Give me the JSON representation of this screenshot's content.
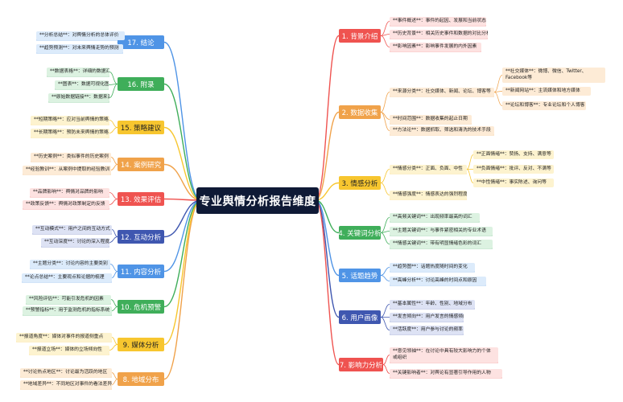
{
  "title": "专业舆情分析报告维度",
  "branches": [
    {
      "label": "1. 背景介绍",
      "color": "#ef5350",
      "fill": "#fde2e1",
      "leaves": [
        "**事件概述**：事件的起因、发展和当前状态",
        "**历史背景**：相关历史事件和数据的对比分析",
        "**影响因素**：影响事件发展的内外因素"
      ]
    },
    {
      "label": "2. 数据收集",
      "color": "#f0a24a",
      "fill": "#fdebd6",
      "leaves": [
        "**来源分类**：社交媒体、新闻、论坛、博客等",
        "**时间范围**：数据收集的起止日期",
        "**方法论**：数据抓取、筛选和清洗的技术手段"
      ],
      "sub": [
        "**社交媒体**：微博、微信、Twitter、Facebook等",
        "**新闻网站**：主流媒体和地方媒体",
        "**论坛和博客**：专业论坛和个人博客"
      ]
    },
    {
      "label": "3. 情感分析",
      "color": "#f7c62f",
      "fill": "#fdf3cf",
      "leaves": [
        "**情感分类**：正面、负面、中性",
        "**情感强度**：情感表达的强烈程度"
      ],
      "sub": [
        "**正面情绪**：赞扬、支持、满意等",
        "**负面情绪**：批评、反对、不满等",
        "**中性情绪**：事实陈述、询问等"
      ]
    },
    {
      "label": "4. 关键词分析",
      "color": "#3fae5a",
      "fill": "#dcf2e1",
      "leaves": [
        "**高频关键词**：出现频率最高的词汇",
        "**主题关键词**：与事件紧密相关的专业术语",
        "**情感关键词**：带有明显情绪色彩的词汇"
      ]
    },
    {
      "label": "5. 话题趋势",
      "color": "#4f94e6",
      "fill": "#dcebfb",
      "leaves": [
        "**趋势图**：话题热度随时间的变化",
        "**高峰分析**：讨论高峰的时间点和原因"
      ]
    },
    {
      "label": "6. 用户画像",
      "color": "#3f57b0",
      "fill": "#dde2f4",
      "leaves": [
        "**基本属性**：年龄、性别、地域分布",
        "**发言倾向**：用户发言的情感倾向",
        "**活跃度**：用户参与讨论的频率"
      ]
    },
    {
      "label": "7. 影响力分析",
      "color": "#ef5350",
      "fill": "#fde2e1",
      "leaves": [
        "**意见领袖**：在讨论中具有较大影响力的个体或组织",
        "**关键影响者**：对舆论有显著引导作用的人物"
      ]
    },
    {
      "label": "8. 地域分布",
      "color": "#f0a24a",
      "fill": "#fdebd6",
      "leaves": [
        "**讨论热点地区**：讨论最为活跃的地区",
        "**地域差异**：不同地区对事件的看法差异"
      ]
    },
    {
      "label": "9. 媒体分析",
      "color": "#f7c62f",
      "fill": "#fdf3cf",
      "leaves": [
        "**报道角度**：媒体对事件的报道侧重点",
        "**报道立场**：媒体的立场倾向性"
      ]
    },
    {
      "label": "10. 危机预警",
      "color": "#3fae5a",
      "fill": "#dcf2e1",
      "leaves": [
        "**风险评估**：可能引发危机的因素",
        "**预警指标**：用于监测危机的指标系统"
      ]
    },
    {
      "label": "11. 内容分析",
      "color": "#4f94e6",
      "fill": "#dcebfb",
      "leaves": [
        "**主题分类**：讨论内容的主要类别",
        "**论点总结**：主要观点和论据的梳理"
      ]
    },
    {
      "label": "12. 互动分析",
      "color": "#3f57b0",
      "fill": "#dde2f4",
      "leaves": [
        "**互动模式**：用户之间的互动方式",
        "**互动深度**：讨论的深入程度"
      ]
    },
    {
      "label": "13. 效果评估",
      "color": "#ef5350",
      "fill": "#fde2e1",
      "leaves": [
        "**品牌影响**：舆情对品牌的影响",
        "**政策反馈**：舆情对政策制定的反馈"
      ]
    },
    {
      "label": "14. 案例研究",
      "color": "#f0a24a",
      "fill": "#fdebd6",
      "leaves": [
        "**历史案例**：类似事件的历史案例",
        "**经验教训**：从案例中提取的经验教训"
      ]
    },
    {
      "label": "15. 策略建议",
      "color": "#f7c62f",
      "fill": "#fdf3cf",
      "leaves": [
        "**短期策略**：应对当前舆情的策略",
        "**长期策略**：预防未来舆情的策略"
      ]
    },
    {
      "label": "16. 附录",
      "color": "#3fae5a",
      "fill": "#dcf2e1",
      "leaves": [
        "**数据表格**：详细的数据汇总",
        "**图表**：数据可视化图表",
        "**原始数据链接**：数据来源链接"
      ]
    },
    {
      "label": "17. 结论",
      "color": "#4f94e6",
      "fill": "#dcebfb",
      "leaves": [
        "**分析总结**：对舆情分析的总体评价",
        "**趋势预测**：对未来舆情走势的预测"
      ]
    }
  ]
}
